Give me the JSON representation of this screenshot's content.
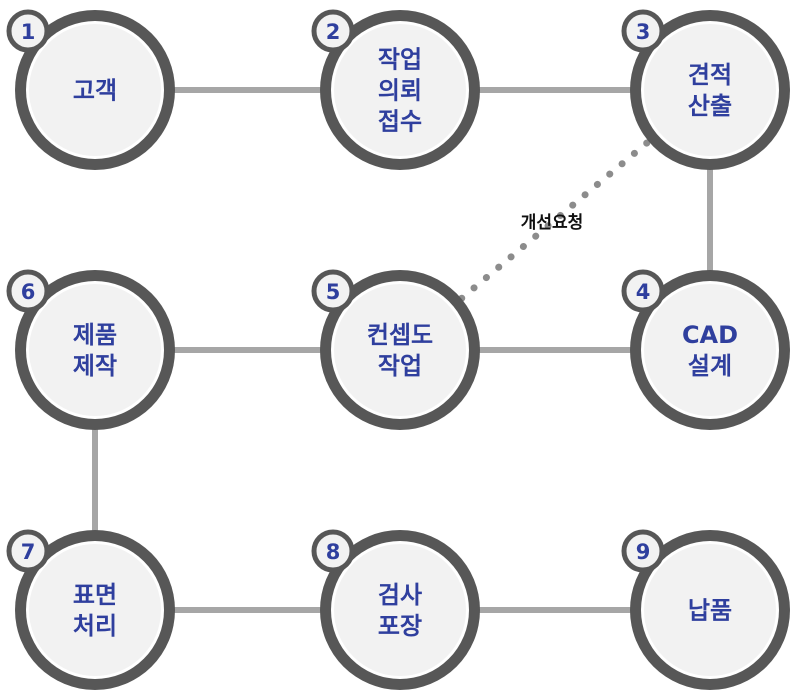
{
  "colors": {
    "ring": "#575757",
    "inner_fill": "#f2f2f2",
    "connector": "#a6a6a6",
    "dotted": "#8c8c8c",
    "label": "#2f3f9e",
    "badge_fill": "#f2f2f2",
    "edge_label": "#111111"
  },
  "nodes": [
    {
      "id": "n1",
      "number": "1",
      "lines": [
        "고객"
      ]
    },
    {
      "id": "n2",
      "number": "2",
      "lines": [
        "작업",
        "의뢰",
        "접수"
      ]
    },
    {
      "id": "n3",
      "number": "3",
      "lines": [
        "견적",
        "산출"
      ]
    },
    {
      "id": "n4",
      "number": "4",
      "lines": [
        "CAD",
        "설계"
      ]
    },
    {
      "id": "n5",
      "number": "5",
      "lines": [
        "컨셉도",
        "작업"
      ]
    },
    {
      "id": "n6",
      "number": "6",
      "lines": [
        "제품",
        "제작"
      ]
    },
    {
      "id": "n7",
      "number": "7",
      "lines": [
        "표면",
        "처리"
      ]
    },
    {
      "id": "n8",
      "number": "8",
      "lines": [
        "검사",
        "포장"
      ]
    },
    {
      "id": "n9",
      "number": "9",
      "lines": [
        "납품"
      ]
    }
  ],
  "edges": [
    {
      "from": "n1",
      "to": "n2",
      "style": "solid"
    },
    {
      "from": "n2",
      "to": "n3",
      "style": "solid"
    },
    {
      "from": "n3",
      "to": "n4",
      "style": "solid"
    },
    {
      "from": "n4",
      "to": "n5",
      "style": "solid"
    },
    {
      "from": "n5",
      "to": "n6",
      "style": "solid"
    },
    {
      "from": "n6",
      "to": "n7",
      "style": "solid"
    },
    {
      "from": "n7",
      "to": "n8",
      "style": "solid"
    },
    {
      "from": "n8",
      "to": "n9",
      "style": "solid"
    },
    {
      "from": "n5",
      "to": "n3",
      "style": "dotted",
      "label": "개선요청"
    }
  ]
}
